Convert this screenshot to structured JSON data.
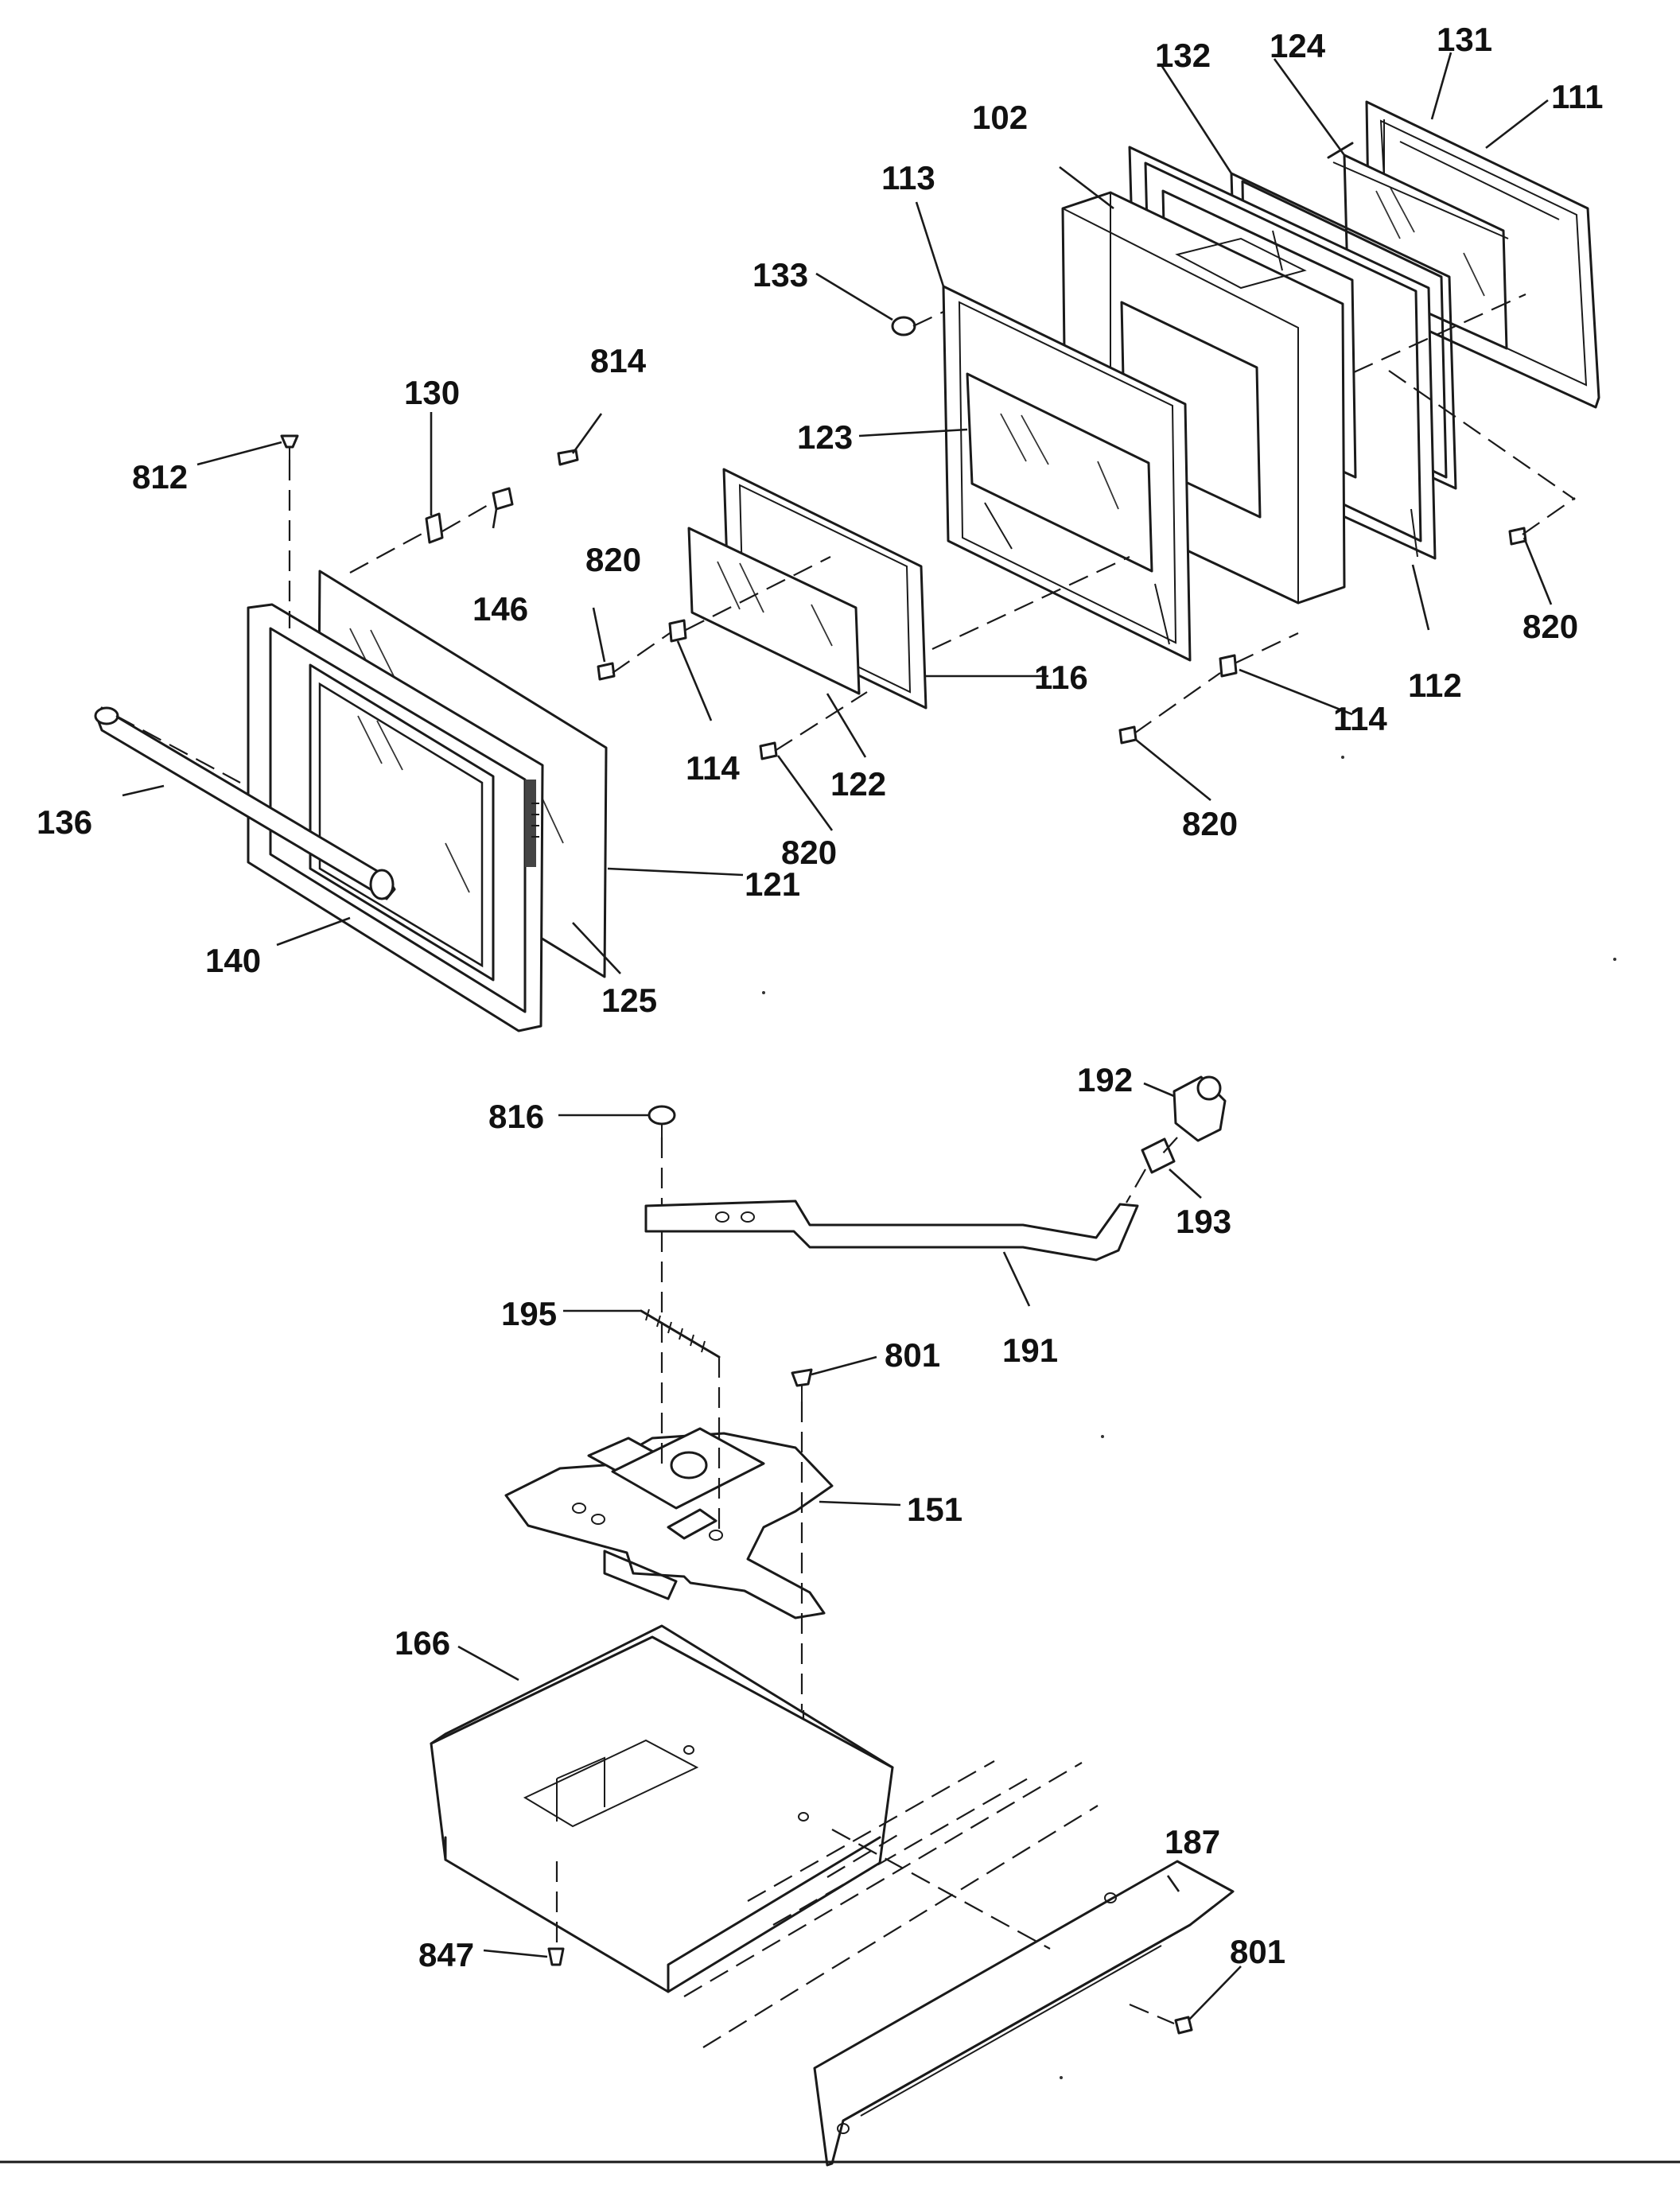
{
  "callouts": {
    "c102": "102",
    "c111": "111",
    "c112": "112",
    "c113": "113",
    "c114a": "114",
    "c114b": "114",
    "c116": "116",
    "c121": "121",
    "c122": "122",
    "c123": "123",
    "c124": "124",
    "c125": "125",
    "c130": "130",
    "c131": "131",
    "c132": "132",
    "c133": "133",
    "c136": "136",
    "c140": "140",
    "c146": "146",
    "c151": "151",
    "c166": "166",
    "c187": "187",
    "c191": "191",
    "c192": "192",
    "c193": "193",
    "c195": "195",
    "c801a": "801",
    "c801b": "801",
    "c812": "812",
    "c814": "814",
    "c816": "816",
    "c820a": "820",
    "c820b": "820",
    "c820c": "820",
    "c820d": "820",
    "c847": "847"
  }
}
